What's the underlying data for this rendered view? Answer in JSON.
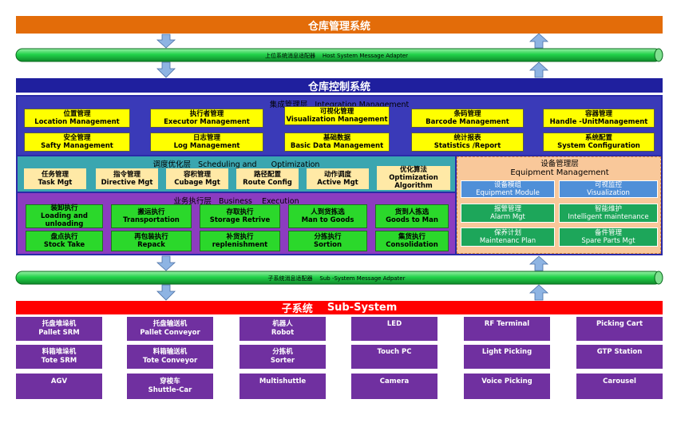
{
  "colors": {
    "wms_banner": "#e36c09",
    "wcs_banner": "#1f1f9e",
    "subsystem_banner": "#ff0000",
    "pipe": "#22d24a",
    "arrow": "#8eb4e3",
    "integration_bg": "#3a3ab8",
    "scheduling_bg": "#3aa6b0",
    "execution_bg": "#8c3cc0",
    "equipment_bg": "#f9c89a",
    "subsystem_tile": "#7030a0"
  },
  "wms": {
    "title": "仓库管理系统"
  },
  "host_adapter": {
    "cn": "上位系统消息适配器",
    "en": "Host System Message Adapter"
  },
  "wcs": {
    "title": "仓库控制系统"
  },
  "integration": {
    "title_cn": "集成管理层",
    "title_en": "Integration Management",
    "boxes": [
      {
        "cn": "位置管理",
        "en": "Location Management"
      },
      {
        "cn": "执行者管理",
        "en": "Executor Management"
      },
      {
        "cn": "可视化管理",
        "en": "Visualization Management"
      },
      {
        "cn": "条码管理",
        "en": "Barcode Management"
      },
      {
        "cn": "容器管理",
        "en": "Handle -UnitManagement"
      },
      {
        "cn": "安全管理",
        "en": "Safty Management"
      },
      {
        "cn": "日志管理",
        "en": "Log Management"
      },
      {
        "cn": "基础数据",
        "en": "Basic Data Management"
      },
      {
        "cn": "统计报表",
        "en": "Statistics /Report"
      },
      {
        "cn": "系统配置",
        "en": "System Configuration"
      }
    ]
  },
  "scheduling": {
    "title_cn": "调度优化层",
    "title_en": "Scheduling and",
    "title_en2": "Optimization",
    "boxes": [
      {
        "cn": "任务管理",
        "en": "Task Mgt"
      },
      {
        "cn": "指令管理",
        "en": "Directive Mgt"
      },
      {
        "cn": "容积管理",
        "en": "Cubage Mgt"
      },
      {
        "cn": "路径配置",
        "en": "Route Config"
      },
      {
        "cn": "动作调度",
        "en": "Active Mgt"
      },
      {
        "cn": "优化算法",
        "en": "Optimization Algorithm"
      }
    ]
  },
  "execution": {
    "title_cn": "业务执行层",
    "title_en": "Business",
    "title_en2": "Execution",
    "boxes": [
      {
        "cn": "装卸执行",
        "en": "Loading and unloading"
      },
      {
        "cn": "搬运执行",
        "en": "Transportation"
      },
      {
        "cn": "存取执行",
        "en": "Storage Retrive"
      },
      {
        "cn": "人到货拣选",
        "en": "Man to Goods"
      },
      {
        "cn": "货到人拣选",
        "en": "Goods to Man"
      },
      {
        "cn": "盘点执行",
        "en": "Stock Take"
      },
      {
        "cn": "再包装执行",
        "en": "Repack"
      },
      {
        "cn": "补货执行",
        "en": "replenishment"
      },
      {
        "cn": "分拣执行",
        "en": "Sortion"
      },
      {
        "cn": "集货执行",
        "en": "Consolidation"
      }
    ]
  },
  "equipment": {
    "title_cn": "设备管理层",
    "title_en": "Equipment Management",
    "boxes": [
      {
        "cn": "设备模组",
        "en": "Equipment Module"
      },
      {
        "cn": "可视监控",
        "en": "Visualization"
      },
      {
        "cn": "报警管理",
        "en": "Alarm Mgt"
      },
      {
        "cn": "智能维护",
        "en": "Intelligent maintenance"
      },
      {
        "cn": "保养计划",
        "en": "Maintenanc Plan"
      },
      {
        "cn": "备件管理",
        "en": "Spare Parts  Mgt"
      }
    ]
  },
  "sub_adapter": {
    "cn": "子系统消息适配器",
    "en": "Sub -System Message Adpater"
  },
  "subsystem": {
    "title_cn": "子系统",
    "title_en": "Sub-System",
    "tiles": [
      {
        "cn": "托盘堆垛机",
        "en": "Pallet SRM"
      },
      {
        "cn": "托盘输送机",
        "en": "Pallet  Conveyor"
      },
      {
        "cn": "机器人",
        "en": "Robot"
      },
      {
        "cn": "",
        "en": "LED"
      },
      {
        "cn": "",
        "en": "RF Terminal"
      },
      {
        "cn": "",
        "en": "Picking Cart"
      },
      {
        "cn": "料箱堆垛机",
        "en": "Tote SRM"
      },
      {
        "cn": "料箱输送机",
        "en": "Tote Conveyor"
      },
      {
        "cn": "分拣机",
        "en": "Sorter"
      },
      {
        "cn": "",
        "en": "Touch PC"
      },
      {
        "cn": "",
        "en": "Light Picking"
      },
      {
        "cn": "",
        "en": "GTP Station"
      },
      {
        "cn": "",
        "en": "AGV"
      },
      {
        "cn": "穿梭车",
        "en": "Shuttle-Car"
      },
      {
        "cn": "",
        "en": "Multishuttle"
      },
      {
        "cn": "",
        "en": "Camera"
      },
      {
        "cn": "",
        "en": "Voice Picking"
      },
      {
        "cn": "",
        "en": "Carousel"
      }
    ]
  }
}
